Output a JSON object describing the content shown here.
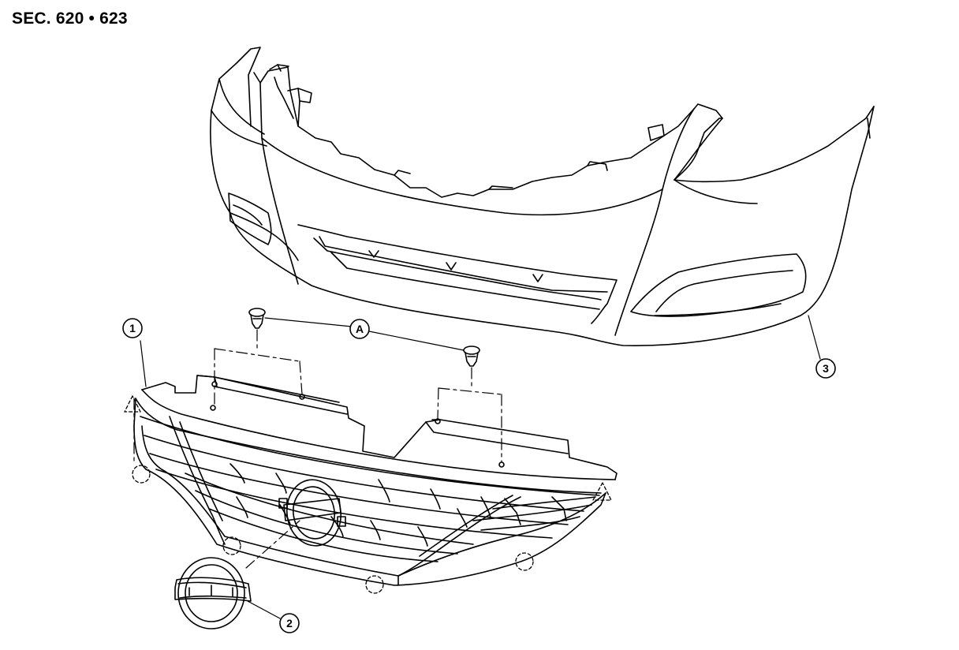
{
  "header": {
    "section_code": "SEC. 620 • 623"
  },
  "callouts": [
    {
      "id": "grille",
      "label": "1"
    },
    {
      "id": "emblem",
      "label": "2"
    },
    {
      "id": "bumper-fascia",
      "label": "3"
    },
    {
      "id": "clip",
      "label": "A"
    }
  ],
  "colors": {
    "line": "#000000",
    "background": "#ffffff"
  }
}
